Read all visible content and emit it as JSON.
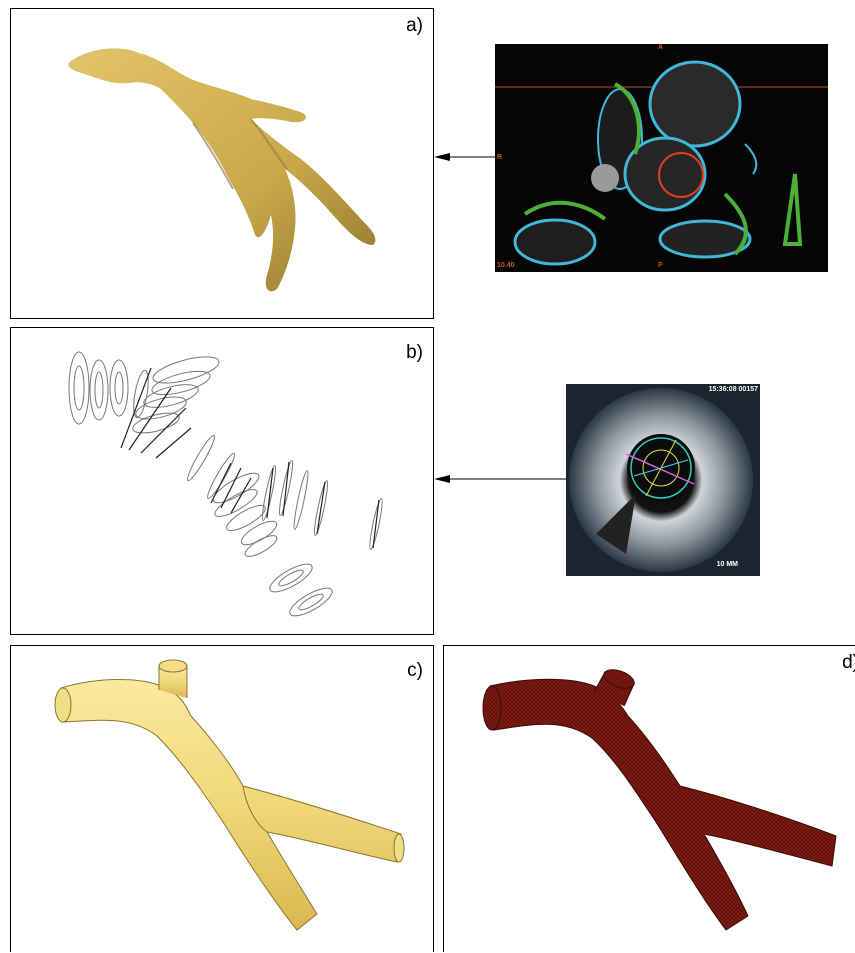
{
  "panels": {
    "a": {
      "label": "a)"
    },
    "b": {
      "label": "b)"
    },
    "c": {
      "label": "c)"
    },
    "d": {
      "label": "d)"
    }
  },
  "ct_image": {
    "top_marker": "A",
    "bottom_marker": "P",
    "left_marker": "R",
    "corner_value": "10.40"
  },
  "ivus_image": {
    "timestamp": "15:36:08 00157",
    "scale": "10 MM"
  },
  "colors": {
    "vessel_3d": "#c9a84a",
    "smooth_model": "#f0d878",
    "mesh_model": "#7a1a10",
    "ct_contour_cyan": "#3fb7d6",
    "ct_contour_green": "#4caf3a",
    "ct_circle": "#e04020"
  }
}
